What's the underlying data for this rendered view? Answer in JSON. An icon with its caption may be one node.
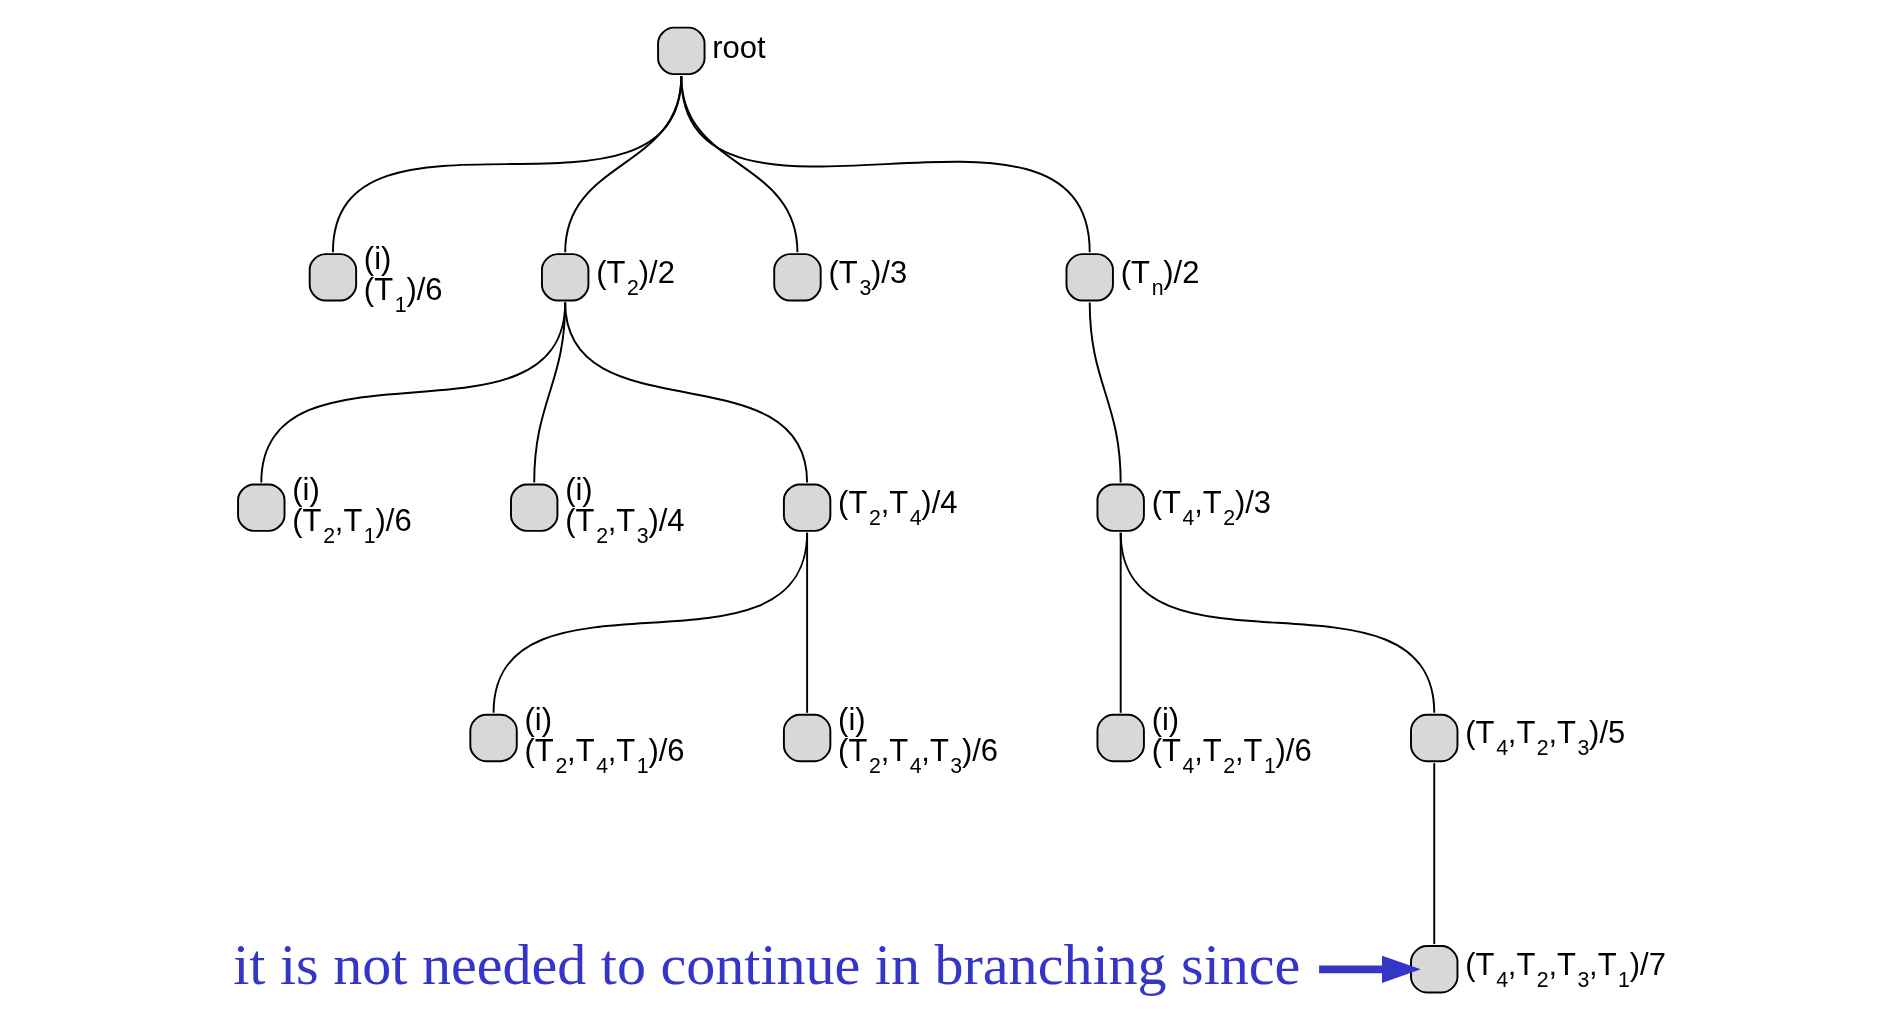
{
  "diagram": {
    "nodes": [
      {
        "text": [],
        "shape": "circle",
        "beside": [
          "root"
        ]
      },
      {
        "text": [],
        "shape": "circle",
        "beside": [
          "(i)",
          "(T$_{1}$)/6"
        ]
      },
      {
        "text": [],
        "shape": "circle",
        "beside": [
          "(T$_{2}$)/2"
        ]
      },
      {
        "text": [],
        "shape": "circle",
        "beside": [
          "(T$_{3}$)/3"
        ]
      },
      {
        "text": [],
        "shape": "circle",
        "beside": [
          "(T$_{n}$)/2"
        ]
      },
      {
        "text": [],
        "shape": "circle",
        "beside": [
          "(i)",
          "(T$_{2}$,T$_{1}$)/6"
        ]
      },
      {
        "text": [],
        "shape": "circle",
        "beside": [
          "(i)",
          "(T$_{2}$,T$_{3}$)/4"
        ]
      },
      {
        "text": [],
        "shape": "circle",
        "beside": [
          "(T$_{2}$,T$_{4}$)/4"
        ]
      },
      {
        "text": [],
        "shape": "circle",
        "beside": [
          "(T$_{4}$,T$_{2}$)/3"
        ]
      },
      {
        "text": [],
        "shape": "circle",
        "beside": [
          "(i)",
          "(T$_{2}$,T$_{4}$,T$_{1}$)/6"
        ]
      },
      {
        "text": [],
        "shape": "circle",
        "beside": [
          "(i)",
          "(T$_{2}$,T$_{4}$,T$_{3}$)/6"
        ]
      },
      {
        "text": [],
        "shape": "circle",
        "beside": [
          "(i)",
          "(T$_{4}$,T$_{2}$,T$_{1}$)/6"
        ]
      },
      {
        "text": [],
        "shape": "circle",
        "beside": [
          "(T$_{4}$,T$_{2}$,T$_{3}$)/5"
        ]
      },
      {
        "text": [],
        "shape": "circle",
        "beside": [
          "(T$_{4}$,T$_{2}$,T$_{3}$,T$_{1}$)/7"
        ]
      },
      {
        "text": [
          "it is not needed to continue in branching since"
        ]
      }
    ],
    "edges": [
      {
        "from": 0,
        "to": 1,
        "arrow": "none"
      },
      {
        "from": 0,
        "to": 2,
        "arrow": "none"
      },
      {
        "from": 0,
        "to": 3,
        "arrow": "none"
      },
      {
        "from": 0,
        "to": 4,
        "arrow": "none"
      },
      {
        "from": 2,
        "to": 5,
        "arrow": "none"
      },
      {
        "from": 2,
        "to": 6,
        "arrow": "none"
      },
      {
        "from": 2,
        "to": 7,
        "arrow": "none"
      },
      {
        "from": 4,
        "to": 8,
        "arrow": "none"
      },
      {
        "from": 7,
        "to": 9,
        "arrow": "none"
      },
      {
        "from": 7,
        "to": 10,
        "arrow": "none"
      },
      {
        "from": 8,
        "to": 11,
        "arrow": "none"
      },
      {
        "from": 8,
        "to": 12,
        "arrow": "none"
      },
      {
        "from": 12,
        "to": 13,
        "arrow": "none"
      },
      {
        "from": 14,
        "to": 13,
        "arrow": "to",
        "style": "thick",
        "color": "#3535c8"
      }
    ]
  }
}
